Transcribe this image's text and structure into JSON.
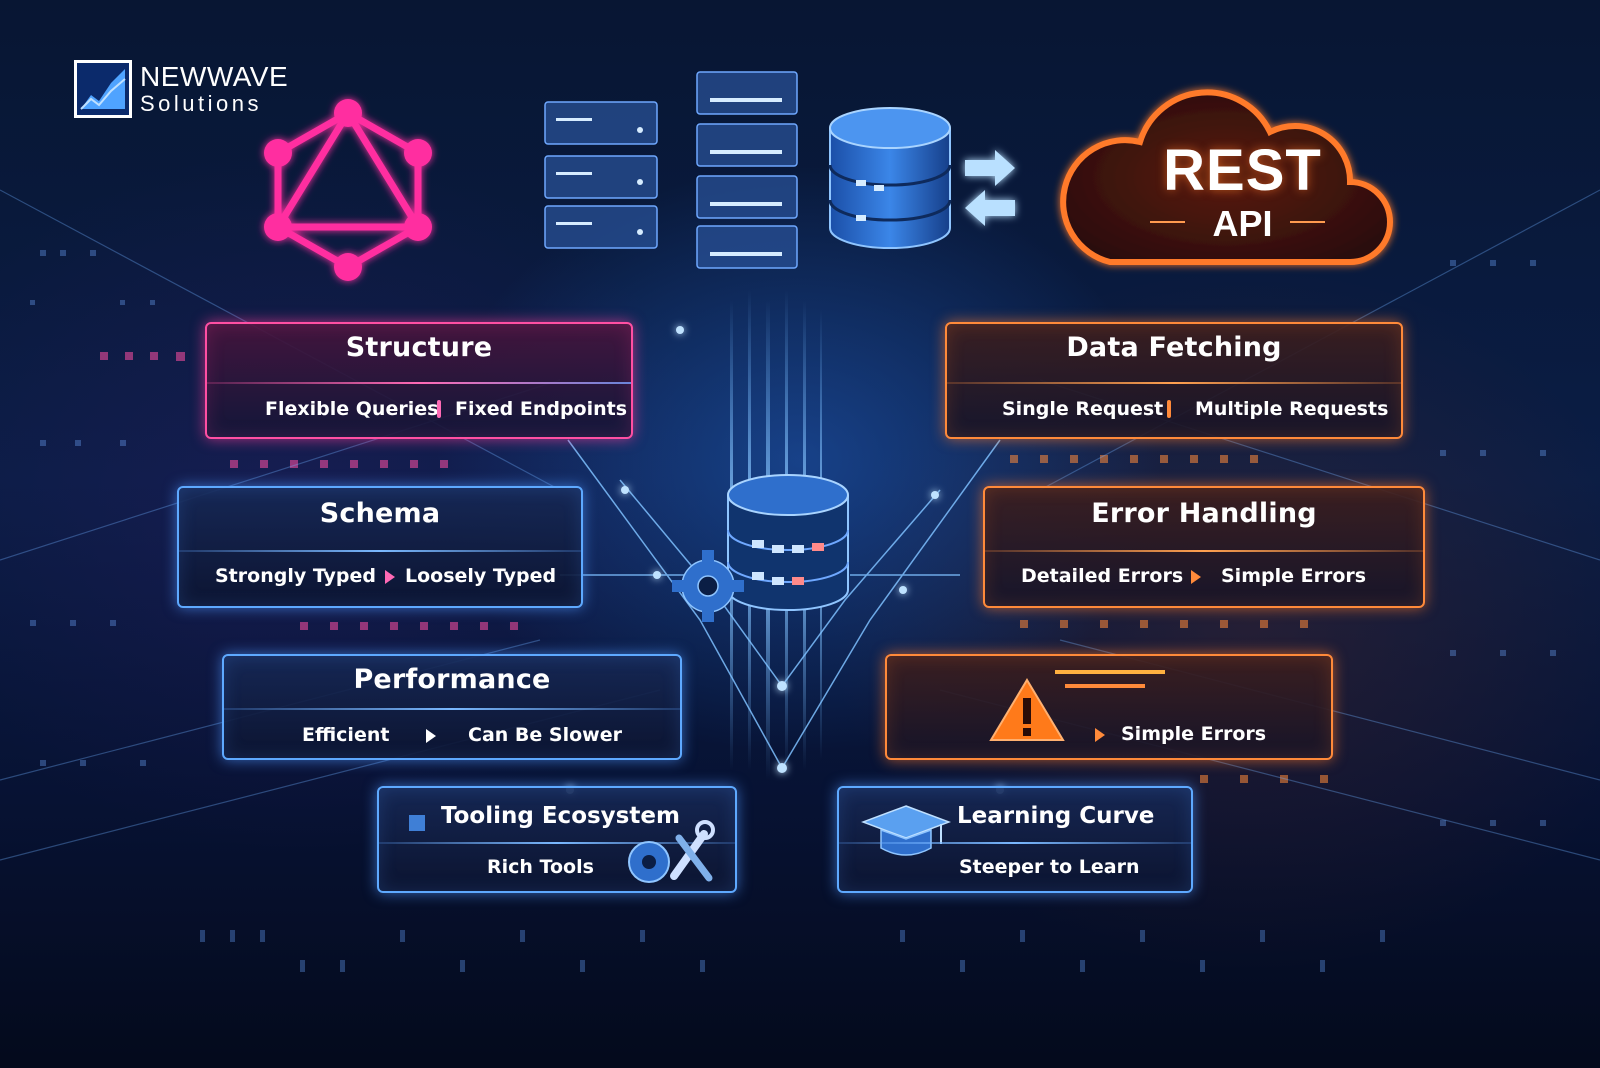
{
  "logo": {
    "brand": "NEWWAVE",
    "sub": "Solutions"
  },
  "rest_badge": {
    "title": "REST",
    "subtitle": "API"
  },
  "colors": {
    "graphql_accent": "#ff2fa0",
    "rest_accent": "#ff7a2a",
    "neutral_accent": "#5ea9ff"
  },
  "icons": [
    "graphql-logo-icon",
    "rest-cloud-icon",
    "server-rack-icon",
    "database-icon",
    "sync-arrows-icon",
    "gear-icon",
    "warning-icon",
    "wrench-icon",
    "graduation-cap-icon"
  ],
  "cards": {
    "structure": {
      "title": "Structure",
      "left": "Flexible Queries",
      "right": "Fixed Endpoints"
    },
    "data_fetching": {
      "title": "Data Fetching",
      "left": "Single Request",
      "right": "Multiple Requests"
    },
    "schema": {
      "title": "Schema",
      "left": "Strongly Typed",
      "right": "Loosely Typed"
    },
    "error_handling": {
      "title": "Error Handling",
      "left": "Detailed Errors",
      "right": "Simple Errors"
    },
    "performance": {
      "title": "Performance",
      "left": "Efficient",
      "right": "Can Be Slower"
    },
    "errors_alt": {
      "label": "Simple Errors"
    },
    "tooling": {
      "title": "Tooling Ecosystem",
      "value": "Rich Tools"
    },
    "learning": {
      "title": "Learning Curve",
      "value": "Steeper to Learn"
    }
  }
}
